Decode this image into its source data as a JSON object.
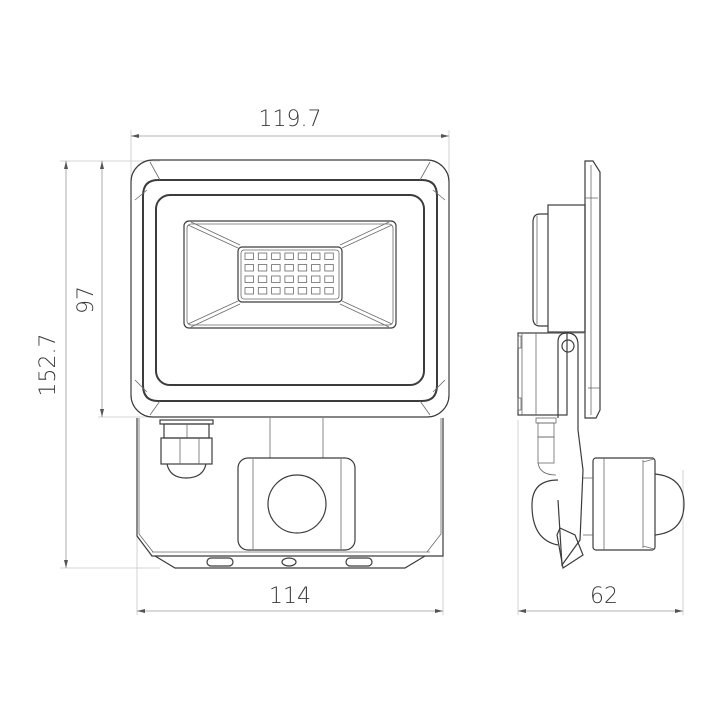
{
  "drawing": {
    "subject": "LED floodlight with PIR motion sensor - technical dimension drawing",
    "colors": {
      "line": "#3c3c3c",
      "dimension_line": "#9a9a9a",
      "extension_line": "#c8c8c8",
      "text": "#3a3a3a",
      "background": "#ffffff"
    },
    "views": [
      {
        "name": "front-view",
        "description": "Front view of floodlight with LED panel and motion sensor below"
      },
      {
        "name": "side-view",
        "description": "Side view showing bracket and sensor head"
      }
    ],
    "led_grid": {
      "rows": 4,
      "cols": 7
    },
    "dimensions": {
      "overall_width": {
        "label": "119.7",
        "orientation": "horizontal",
        "position": "top"
      },
      "housing_height": {
        "label": "97",
        "orientation": "vertical",
        "position": "left-inner"
      },
      "overall_height": {
        "label": "152.7",
        "orientation": "vertical",
        "position": "left-outer"
      },
      "base_width": {
        "label": "114",
        "orientation": "horizontal",
        "position": "bottom"
      },
      "depth": {
        "label": "62",
        "orientation": "horizontal",
        "position": "bottom-right"
      }
    }
  }
}
